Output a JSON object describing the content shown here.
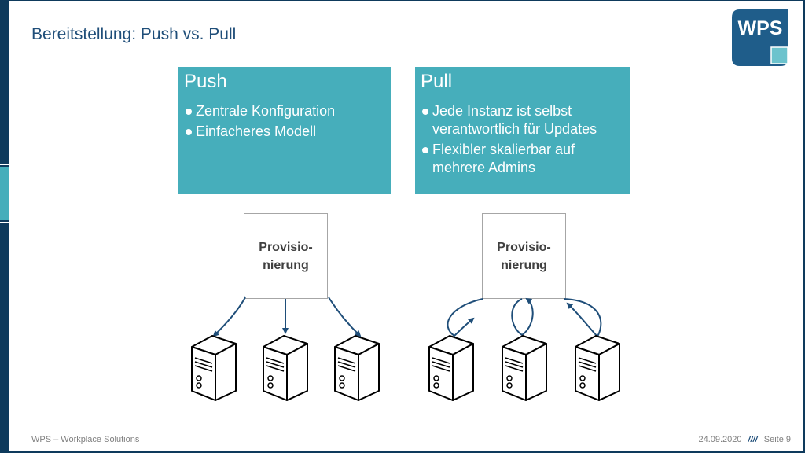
{
  "slide": {
    "title": "Bereitstellung: Push vs. Pull"
  },
  "logo": {
    "text": "WPS",
    "color": "#1f5d8a",
    "accent": "#6cc3cd"
  },
  "cards": {
    "push": {
      "heading": "Push",
      "bullets": [
        "Zentrale Konfiguration",
        "Einfacheres Modell"
      ]
    },
    "pull": {
      "heading": "Pull",
      "bullets": [
        "Jede Instanz ist selbst verantwortlich für Updates",
        "Flexibler skalierbar auf mehrere Admins"
      ]
    }
  },
  "diagram": {
    "push_box_label": "Provisio-\nnierung",
    "pull_box_label": "Provisio-\nnierung",
    "server_icon": "server-icon",
    "arrow_color": "#1f4e79"
  },
  "footer": {
    "left": "WPS – Workplace Solutions",
    "date": "24.09.2020",
    "separator": "////",
    "page": "Seite 9"
  },
  "colors": {
    "card": "#46aebb",
    "dark": "#0e3a5c",
    "title": "#1f4e79"
  }
}
